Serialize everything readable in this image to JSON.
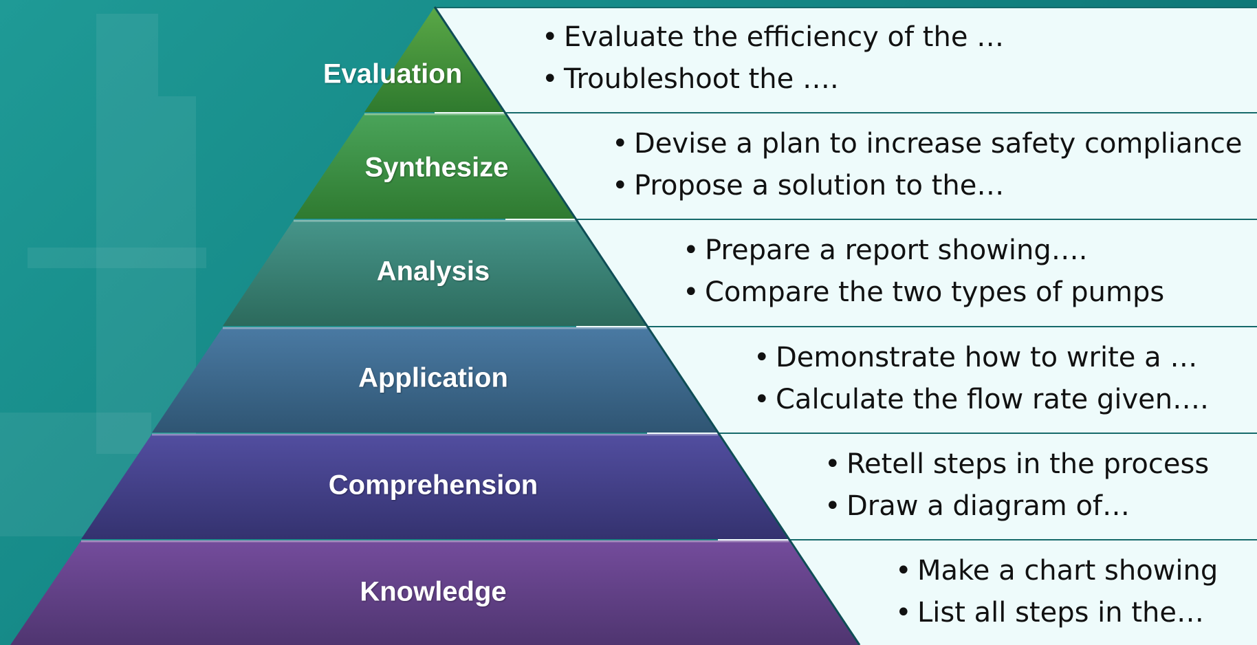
{
  "levels": [
    {
      "label": "Evaluation",
      "color": "#3e8a35",
      "bullets": [
        "Evaluate the efficiency of the …",
        "Troubleshoot the …."
      ]
    },
    {
      "label": "Synthesize",
      "color": "#3b8c3e",
      "bullets": [
        "Devise a plan to increase safety compliance",
        "Propose a solution to the…"
      ]
    },
    {
      "label": "Analysis",
      "color": "#357e6e",
      "bullets": [
        "Prepare a report showing….",
        "Compare the two types of pumps"
      ]
    },
    {
      "label": "Application",
      "color": "#3a6282",
      "bullets": [
        "Demonstrate how to write a …",
        "Calculate the flow rate given…."
      ]
    },
    {
      "label": "Comprehension",
      "color": "#403f82",
      "bullets": [
        "Retell steps in the process",
        "Draw a diagram of…"
      ]
    },
    {
      "label": "Knowledge",
      "color": "#5a3d7e",
      "bullets": [
        "Make a chart showing",
        "List all steps in the…"
      ]
    }
  ]
}
